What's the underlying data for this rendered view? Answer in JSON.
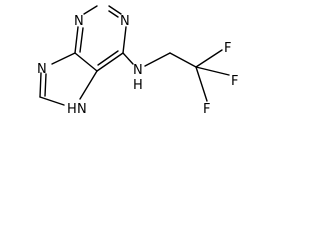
{
  "structure": {
    "atoms": {
      "n1": "N",
      "n3": "N",
      "n_amine": "N",
      "h_amine": "H",
      "n9": "N",
      "n7": "N",
      "h_n7": "H",
      "f_top": "F",
      "f_right": "F",
      "f_bottom": "F"
    }
  }
}
